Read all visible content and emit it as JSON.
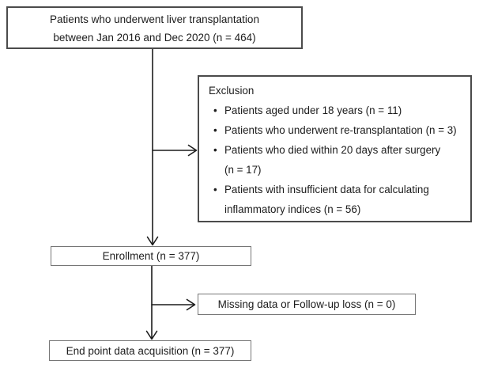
{
  "boxes": {
    "source": {
      "line1": "Patients who underwent liver transplantation",
      "line2": "between Jan 2016 and Dec 2020 (n = 464)"
    },
    "exclusion": {
      "title": "Exclusion",
      "bullet_glyph": "•",
      "items": [
        {
          "lines": [
            "Patients aged under 18 years (n = 11)"
          ]
        },
        {
          "lines": [
            "Patients who underwent re-transplantation (n = 3)"
          ]
        },
        {
          "lines": [
            "Patients who died within 20 days after surgery",
            "(n = 17)"
          ]
        },
        {
          "lines": [
            "Patients with insufficient data for calculating",
            "inflammatory indices (n = 56)"
          ]
        }
      ]
    },
    "enrollment": {
      "label": "Enrollment (n = 377)"
    },
    "missing": {
      "label": "Missing data or Follow-up loss (n = 0)"
    },
    "endpoint": {
      "label": "End point data acquisition (n = 377)"
    }
  },
  "colors": {
    "background": "#ffffff",
    "box_border_dark": "#4b4b4b",
    "box_border_light": "#767676",
    "text": "#1c1c1c",
    "arrow": "#1c1c1c"
  }
}
